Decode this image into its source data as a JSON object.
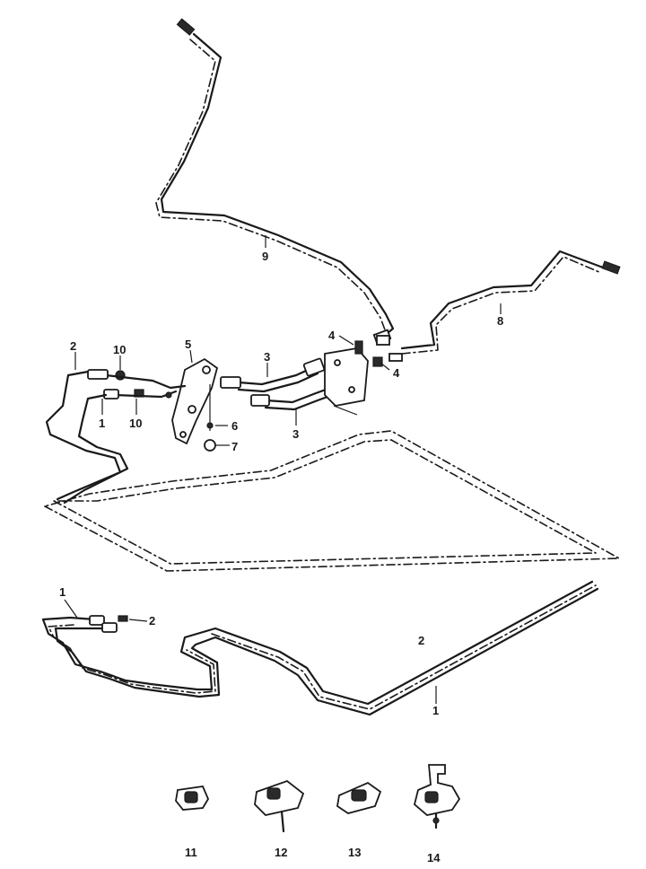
{
  "diagram": {
    "callouts": {
      "item_2_top": "2",
      "item_1_top": "1",
      "item_10_a": "10",
      "item_10_b": "10",
      "item_5": "5",
      "item_6": "6",
      "item_7": "7",
      "item_3_a": "3",
      "item_3_b": "3",
      "item_4_a": "4",
      "item_4_b": "4",
      "item_8": "8",
      "item_9": "9",
      "item_1_lower": "1",
      "item_2_lower": "2",
      "item_2_mid": "2",
      "item_1_right": "1"
    },
    "clip_labels": {
      "clip_11": "11",
      "clip_12": "12",
      "clip_13": "13",
      "clip_14": "14"
    }
  }
}
